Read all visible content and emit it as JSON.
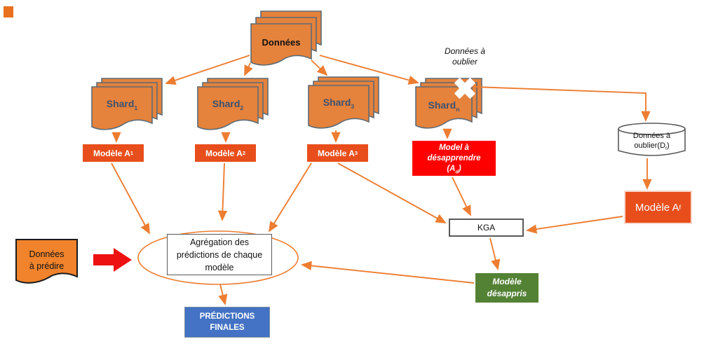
{
  "colors": {
    "doc_orange": "#E5823C",
    "doc_border": "#5D6B76",
    "model_orange": "#E84E1B",
    "unlearn_red": "#FF0000",
    "unlearned_green": "#548235",
    "final_blue": "#4472C4",
    "arrow_orange": "#ED7D31",
    "shard_text_navy": "#3D5270",
    "red_arrow": "#EE1111"
  },
  "icons": {
    "forget_cross": "✕",
    "flow_arrow": "→"
  },
  "nodes": {
    "donnees": {
      "label": "Données"
    },
    "shards": [
      {
        "label": "Shard",
        "sub": "1"
      },
      {
        "label": "Shard",
        "sub": "2"
      },
      {
        "label": "Shard",
        "sub": "3"
      },
      {
        "label": "Shard",
        "sub": "n"
      }
    ],
    "forget_label": {
      "line1": "Données à",
      "line2": "oublier"
    },
    "models": [
      {
        "pre": "Modèle A",
        "sub": "1"
      },
      {
        "pre": "Modèle A",
        "sub": "2"
      },
      {
        "pre": "Modèle A",
        "sub": "3"
      }
    ],
    "model_unlearn": {
      "line1": "Model à",
      "line2": "désapprendre",
      "pre": "(A",
      "sub": "d",
      "post": ")"
    },
    "forget_db": {
      "line1": "Données à",
      "pre": "oublier(D",
      "sub": "f",
      "post": ")"
    },
    "model_f": {
      "pre": "Modèle A",
      "sub": "f"
    },
    "kga": {
      "label": "KGA"
    },
    "unlearned_model": {
      "line1": "Modèle",
      "line2": "désappris"
    },
    "aggregation": {
      "line1": "Agrégation des",
      "line2": "prédictions de chaque",
      "line3": "modèle"
    },
    "predict_input": {
      "line1": "Données",
      "line2": "à prédire"
    },
    "final_predictions": {
      "line1": "PRÉDICTIONS",
      "line2": "FINALES"
    }
  }
}
